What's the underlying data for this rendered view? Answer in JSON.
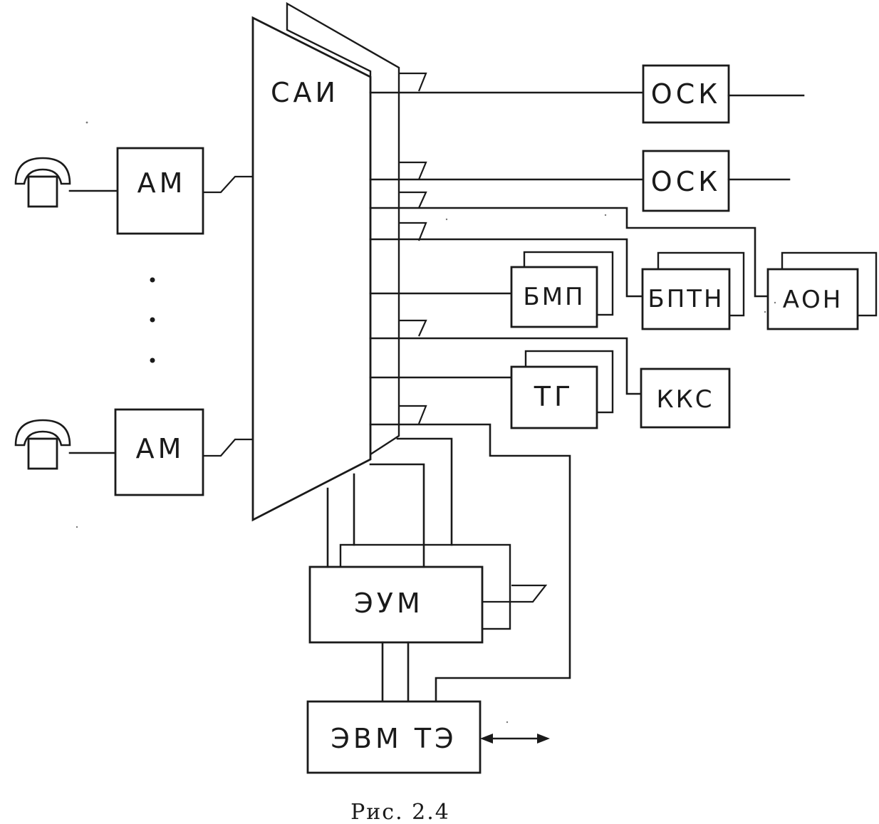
{
  "blocks": {
    "sai": "САИ",
    "am1": "АМ",
    "am2": "АМ",
    "osk1": "ОСК",
    "osk2": "ОСК",
    "bmp": "БМП",
    "bptn": "БПТН",
    "aon": "АОН",
    "tg": "ТГ",
    "kks": "ККС",
    "eum": "ЭУМ",
    "evm_te": "ЭВМ ТЭ"
  },
  "caption": "Рис. 2.4"
}
